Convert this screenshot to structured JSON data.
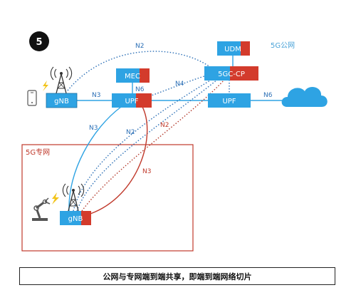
{
  "colors": {
    "blue": "#2ea3e3",
    "dark_blue": "#2b6fb6",
    "red": "#d33b2c",
    "dark_red": "#b33a2c",
    "region_text": "#4aa3d8",
    "private_text": "#c0392b"
  },
  "badge": {
    "number": "5"
  },
  "public_network": {
    "label": "5G公网"
  },
  "private_network": {
    "label": "5G专网"
  },
  "nodes": {
    "gnb_public": "gNB",
    "mec": "MEC",
    "upf_edge": "UPF",
    "udm": "UDM",
    "cp": "5GC-CP",
    "upf_core": "UPF",
    "gnb_private": "gNB"
  },
  "edges": {
    "n2_top": "N2",
    "n3_public": "N3",
    "n6_mec": "N6",
    "n4": "N4",
    "n6_cloud": "N6",
    "n3_blue_private": "N3",
    "n2_blue_private": "N2",
    "n2_red_private": "N2",
    "n3_red_private": "N3"
  },
  "icons": [
    "phone-icon",
    "cell-tower-icon",
    "robot-arm-icon",
    "cloud-icon",
    "lightning-icon"
  ],
  "caption": "公网与专网端到端共享，即端到端网络切片"
}
